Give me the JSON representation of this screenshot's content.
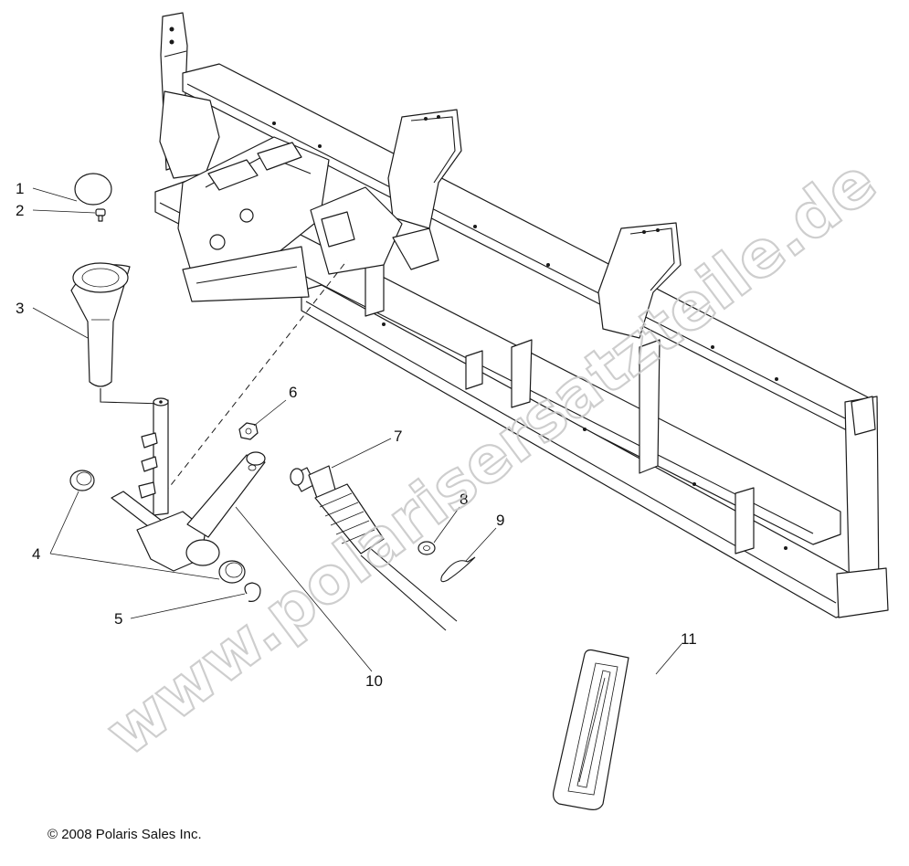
{
  "copyright": "© 2008 Polaris Sales Inc.",
  "watermark": "www.polarisersatzteile.de",
  "callouts": [
    {
      "id": "1",
      "label": "1"
    },
    {
      "id": "2",
      "label": "2"
    },
    {
      "id": "3",
      "label": "3"
    },
    {
      "id": "4",
      "label": "4"
    },
    {
      "id": "5",
      "label": "5"
    },
    {
      "id": "6",
      "label": "6"
    },
    {
      "id": "7",
      "label": "7"
    },
    {
      "id": "8",
      "label": "8"
    },
    {
      "id": "9",
      "label": "9"
    },
    {
      "id": "10",
      "label": "10"
    },
    {
      "id": "11",
      "label": "11"
    }
  ]
}
